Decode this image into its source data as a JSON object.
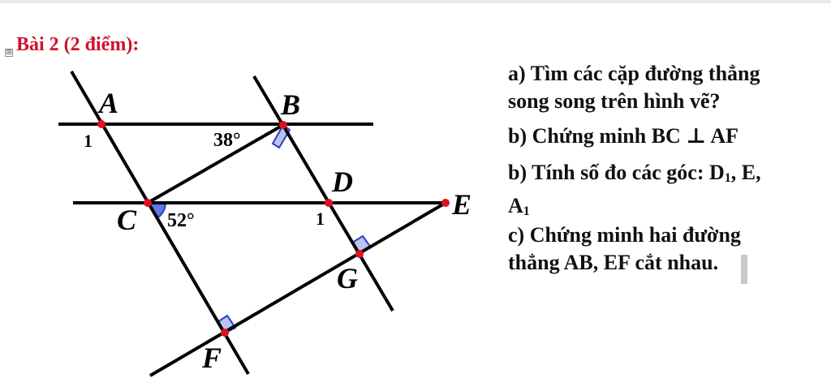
{
  "toolbar": {
    "move_handle_glyph": "⊞"
  },
  "heading": "Bài 2 (2 điểm):",
  "figure": {
    "points": [
      {
        "id": "A",
        "label": "A"
      },
      {
        "id": "B",
        "label": "B"
      },
      {
        "id": "C",
        "label": "C"
      },
      {
        "id": "D",
        "label": "D"
      },
      {
        "id": "E",
        "label": "E"
      },
      {
        "id": "F",
        "label": "F"
      },
      {
        "id": "G",
        "label": "G"
      }
    ],
    "angle_labels": {
      "a1": "1",
      "b38": "38°",
      "c52": "52°",
      "d1": "1"
    },
    "colors": {
      "line": "#000000",
      "point": "#e01020",
      "right_angle_fill": "#b8c4f2",
      "right_angle_stroke": "#2c3fc0",
      "arc_fill": "#5e79e6",
      "arc_stroke": "#2c3fc0"
    }
  },
  "questions": {
    "a_line1": "a) Tìm các cặp đường thẳng",
    "a_line2": "song song trên hình vẽ?",
    "b1": "b) Chứng minh BC ⊥ AF",
    "b2_line1_pre": "b) Tính số đo các góc: D",
    "b2_line1_sub1": "1",
    "b2_line1_post": ", E,",
    "b2_line2_pre": "A",
    "b2_line2_sub": "1",
    "c_line1": "c) Chứng minh hai đường",
    "c_line2": "thẳng AB, EF cắt nhau."
  }
}
